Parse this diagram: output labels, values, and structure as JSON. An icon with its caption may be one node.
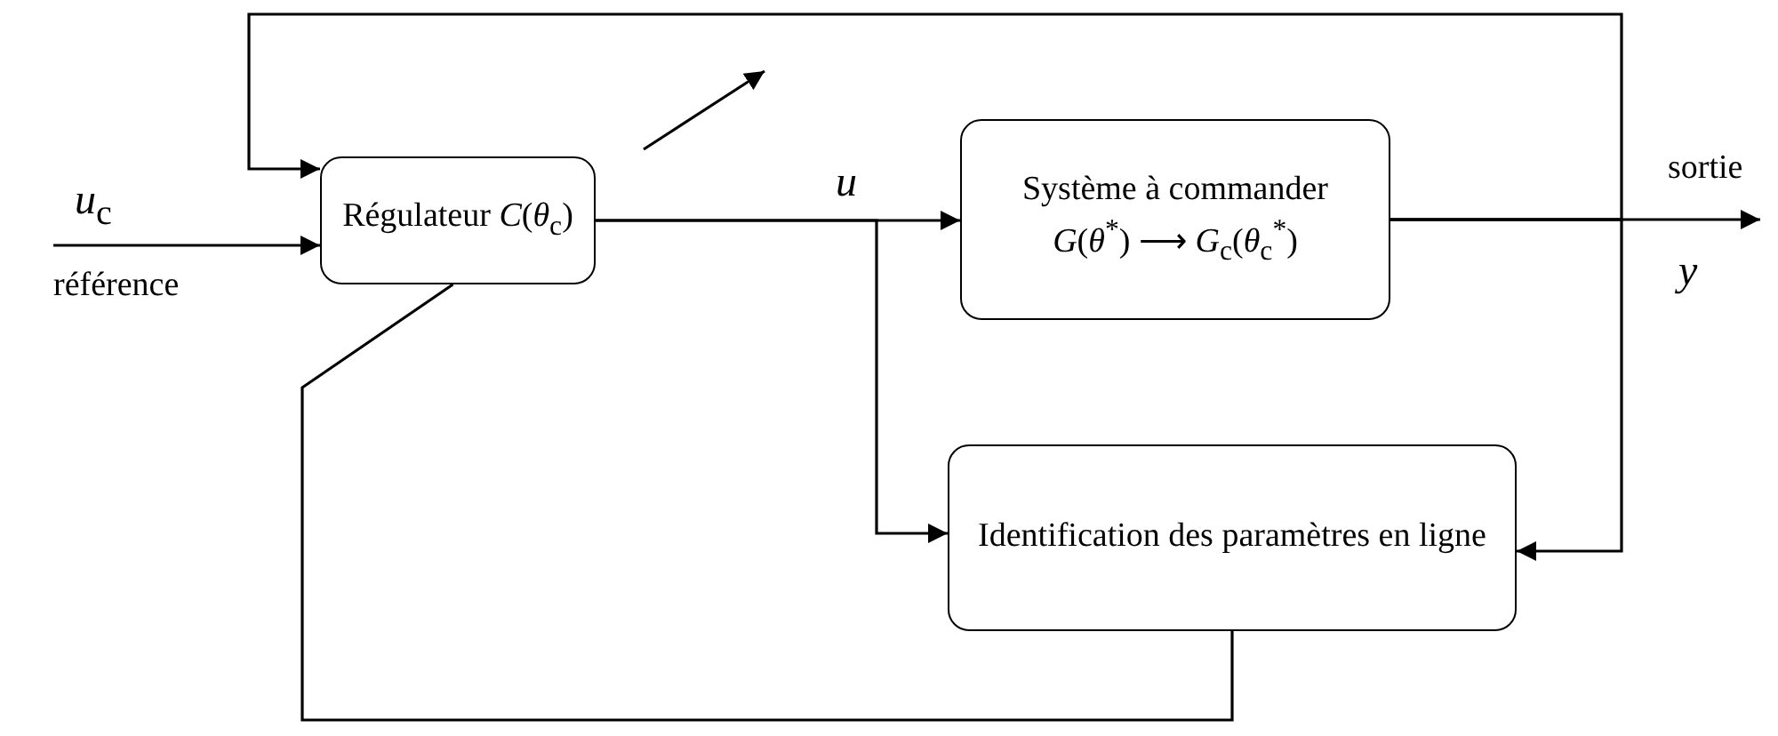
{
  "diagram": {
    "nodes": [
      {
        "text": [
          "Régulateur *C*(*θ*$_{c}$)"
        ]
      },
      {
        "text": [
          "Système à commander",
          "*G*(*θ*$^{*}$) ⟶ *G*$_{c}$(*θ*$_{c}$$^{*}$)"
        ]
      },
      {
        "text": [
          "Identification des paramètres en ligne"
        ]
      }
    ],
    "edges": [
      {
        "from": null,
        "to": 0,
        "arrow": "to"
      },
      {
        "from": 0,
        "to": 1,
        "arrow": "to"
      },
      {
        "from": 0,
        "to": 2,
        "arrow": "to"
      },
      {
        "from": 1,
        "to": null,
        "arrow": "to"
      },
      {
        "from": 1,
        "to": 2,
        "arrow": "to"
      },
      {
        "from": 1,
        "to": 0,
        "arrow": "to"
      },
      {
        "from": 2,
        "to": 0,
        "arrow": "none"
      }
    ],
    "labels": [
      "*u*$_{c}$",
      "référence",
      "*u*",
      "sortie",
      "*y*"
    ]
  }
}
